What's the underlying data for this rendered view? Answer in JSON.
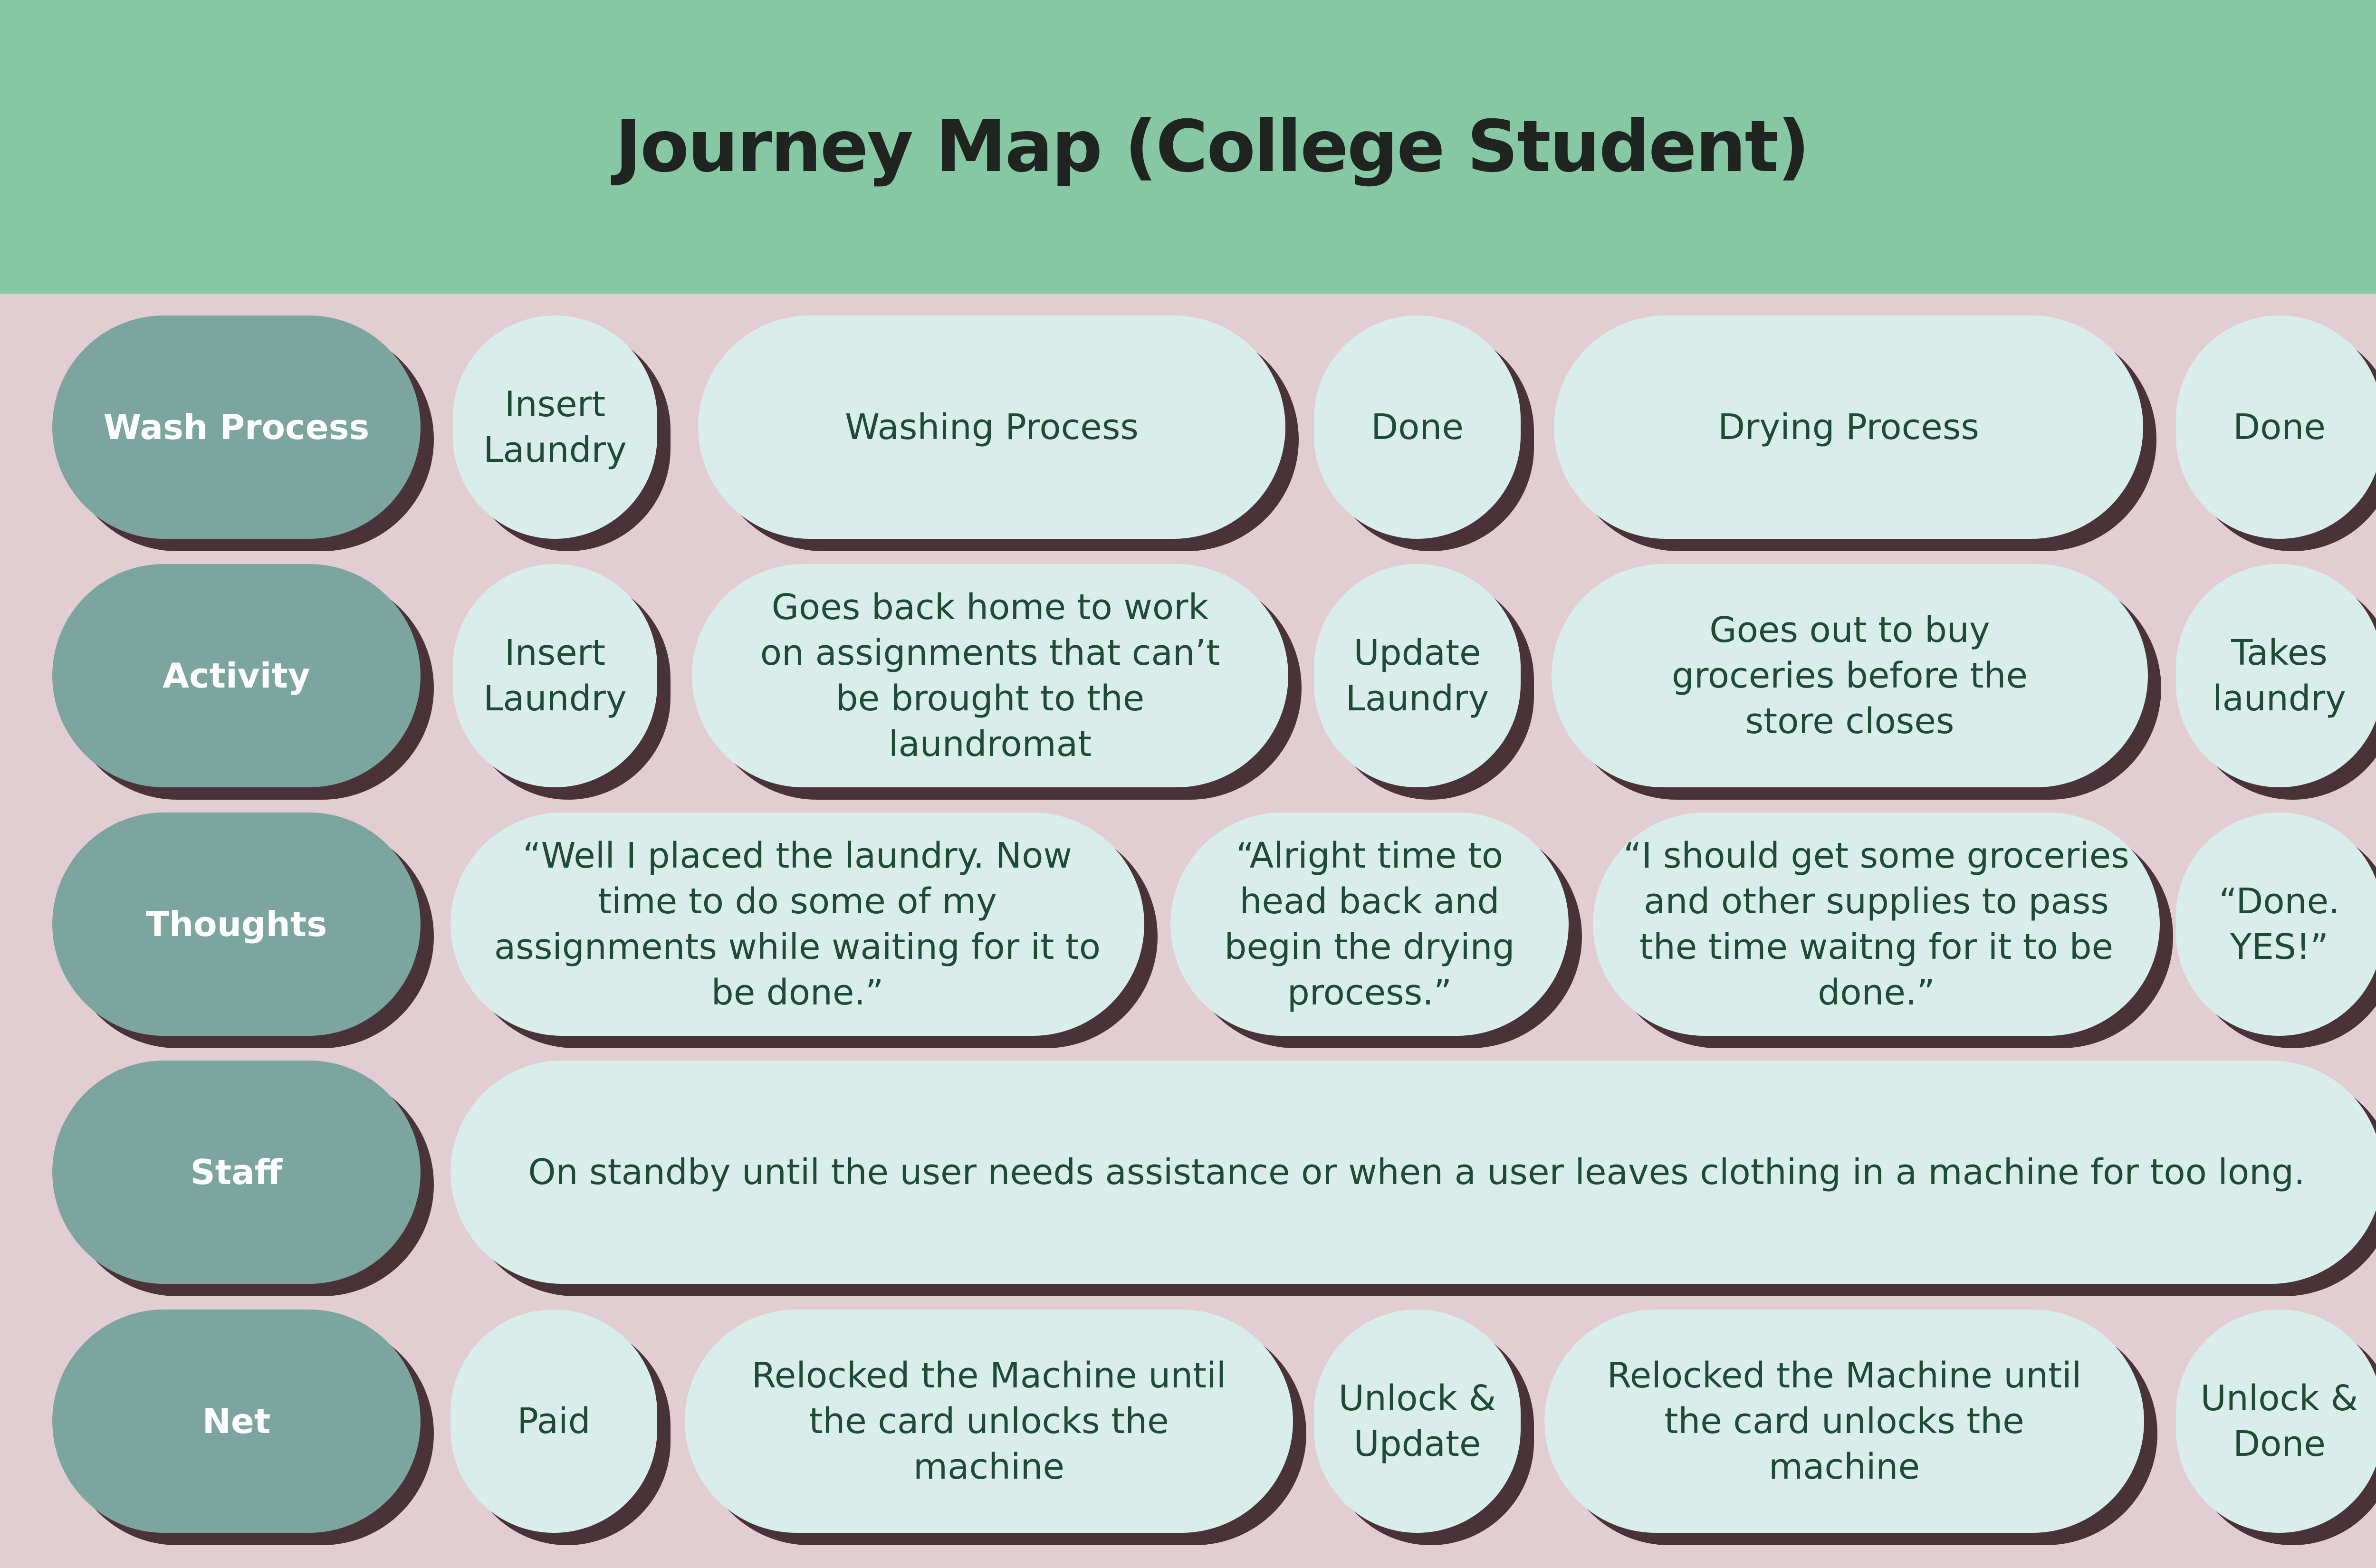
{
  "title": "Journey Map (College Student)",
  "colors": {
    "header": "#86c8a3",
    "background": "#e2cdd3",
    "row_label": "#7ba59e",
    "cell": "#d9eeea",
    "shadow": "#4a3239",
    "cell_text": "#1e4a36"
  },
  "rows": {
    "wash_process": {
      "label": "Wash Process",
      "cells": [
        "Insert Laundry",
        "Washing Process",
        "Done",
        "Drying Process",
        "Done"
      ]
    },
    "activity": {
      "label": "Activity",
      "cells": [
        "Insert Laundry",
        "Goes back home to work on assignments that can’t be brought to the laundromat",
        "Update Laundry",
        "Goes out to buy groceries before the store closes",
        "Takes laundry"
      ]
    },
    "thoughts": {
      "label": "Thoughts",
      "cells": [
        "“Well I placed the laundry. Now time to do some of my assignments while waiting for it to be done.”",
        "“Alright time to head back and begin the drying process.”",
        "“I should get some groceries and other supplies to pass the time waitng for it to be done.”",
        "“Done. YES!”"
      ]
    },
    "staff": {
      "label": "Staff",
      "cells": [
        "On standby until the user needs assistance or when a user leaves clothing in a machine for too long."
      ]
    },
    "net": {
      "label": "Net",
      "cells": [
        "Paid",
        "Relocked the Machine until the card unlocks the machine",
        "Unlock & Update",
        "Relocked the Machine until the card unlocks the machine",
        "Unlock & Done"
      ]
    }
  }
}
